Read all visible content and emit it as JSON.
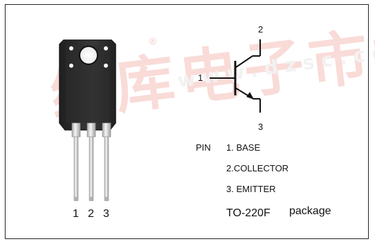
{
  "watermark": {
    "brand_text": "维库电子市场网",
    "url_text": "www.dzsc.com",
    "registered_mark": "®"
  },
  "colors": {
    "watermark": "#e33b2f",
    "frame": "#222222",
    "body": "#2c2c2c",
    "lead": "#d7d7d7"
  },
  "symbol": {
    "pin1_label": "1",
    "pin2_label": "2",
    "pin3_label": "3"
  },
  "package_pins": {
    "labels": [
      "1",
      "2",
      "3"
    ]
  },
  "pinout": {
    "title": "PIN",
    "items": [
      "1. BASE",
      "2.COLLECTOR",
      "3. EMITTER"
    ]
  },
  "package": {
    "name": "TO-220F",
    "suffix": "package"
  },
  "icons": {
    "transistor": "npn-transistor-icon",
    "package": "to220f-package-icon"
  }
}
